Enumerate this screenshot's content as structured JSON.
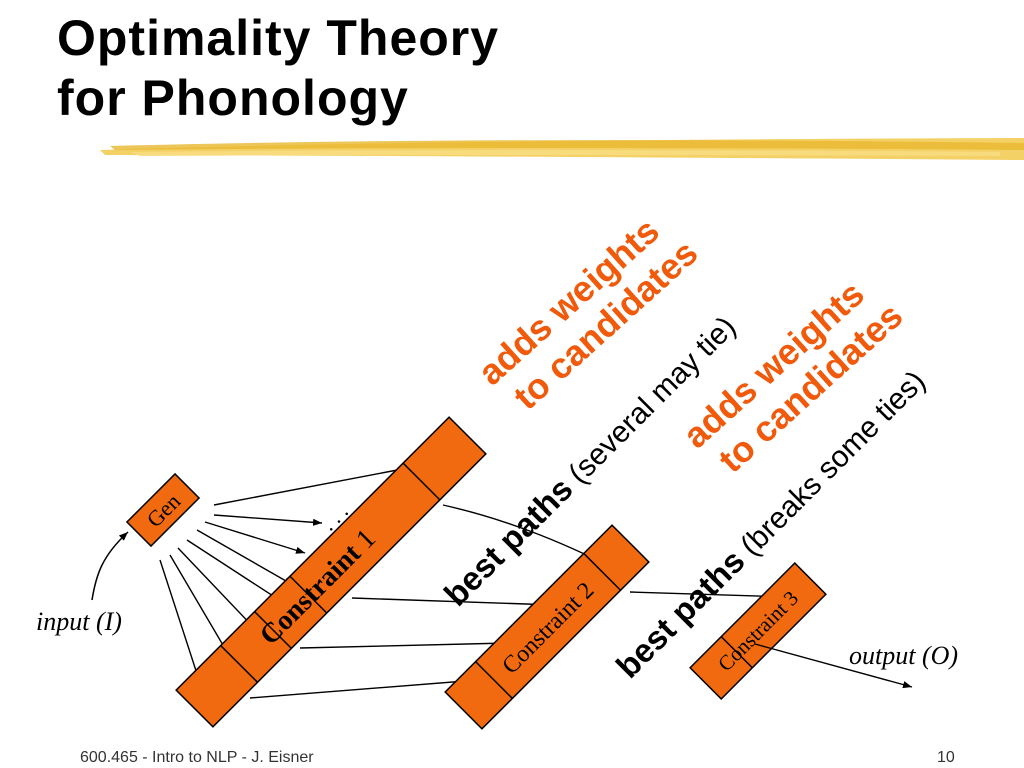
{
  "slide": {
    "title_line1": "Optimality Theory",
    "title_line2": "for Phonology",
    "footer": "600.465 - Intro to NLP - J. Eisner",
    "page_number": "10"
  },
  "diagram": {
    "gen_label": "Gen",
    "input_label": "input (I)",
    "output_label": "output (O)",
    "ellipsis": ". . .",
    "constraint1": {
      "bold": "Constraint",
      "num": " 1"
    },
    "constraint2": "Constraint 2",
    "constraint3": "Constraint 3",
    "annot1": {
      "line1": "adds weights",
      "line2": "to candidates",
      "best": "best paths",
      "paren": " (several may tie)"
    },
    "annot2": {
      "line1": "adds weights",
      "line2": "to candidates",
      "best": "best paths",
      "paren": " (breaks some ties)"
    }
  },
  "colors": {
    "box_fill": "#f26a0f",
    "annotation_orange": "#f05a0a",
    "highlighter": "#f2c94c"
  }
}
